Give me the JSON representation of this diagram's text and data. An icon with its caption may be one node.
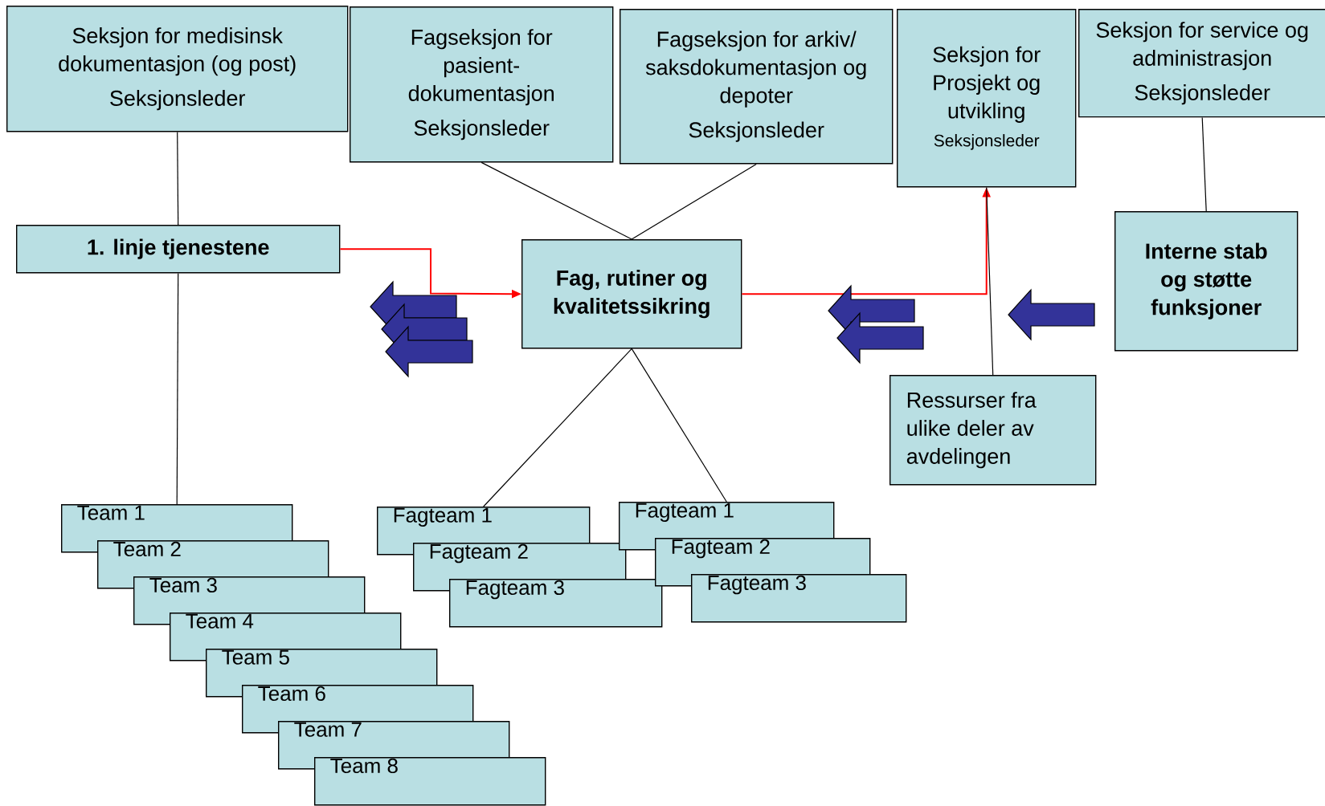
{
  "diagram": {
    "nodes": [
      {
        "text": [
          "Seksjon for medisinsk dokumentasjon (og post)",
          "Seksjonsleder"
        ]
      },
      {
        "text": [
          "Fagseksjon for pasient- dokumentasjon",
          "Seksjonsleder"
        ]
      },
      {
        "text": [
          "Fagseksjon for arkiv/ saksdokumentasjon og depoter",
          "Seksjonsleder"
        ]
      },
      {
        "text": [
          "Seksjon for Prosjekt og utvikling",
          "Seksjonsleder"
        ]
      },
      {
        "text": [
          "Seksjon for service og administrasjon",
          "Seksjonsleder"
        ]
      },
      {
        "text": [
          "1. linje tjenestene"
        ]
      },
      {
        "text": [
          "Fag, rutiner og kvalitetssikring"
        ]
      },
      {
        "text": [
          "Interne stab og støtte funksjoner"
        ]
      },
      {
        "text": [
          "Ressurser fra ulike deler av avdelingen"
        ]
      },
      {
        "text": [
          "Team 1"
        ]
      },
      {
        "text": [
          "Team 2"
        ]
      },
      {
        "text": [
          "Team 3"
        ]
      },
      {
        "text": [
          "Team 4"
        ]
      },
      {
        "text": [
          "Team 5"
        ]
      },
      {
        "text": [
          "Team 6"
        ]
      },
      {
        "text": [
          "Team 7"
        ]
      },
      {
        "text": [
          "Team 8"
        ]
      },
      {
        "text": [
          "Fagteam 1"
        ]
      },
      {
        "text": [
          "Fagteam 2"
        ]
      },
      {
        "text": [
          "Fagteam 3"
        ]
      },
      {
        "text": [
          "Fagteam 1"
        ]
      },
      {
        "text": [
          "Fagteam 2"
        ]
      },
      {
        "text": [
          "Fagteam 3"
        ]
      }
    ],
    "edges": [
      {
        "from": 0,
        "to": 5,
        "arrow": "none"
      },
      {
        "from": 5,
        "to": 9,
        "arrow": "none"
      },
      {
        "from": 1,
        "to": 6,
        "arrow": "none"
      },
      {
        "from": 2,
        "to": 6,
        "arrow": "none"
      },
      {
        "from": 5,
        "to": 6,
        "arrow": "to",
        "color": "#ff0000"
      },
      {
        "from": 6,
        "to": 3,
        "arrow": "to",
        "color": "#ff0000"
      },
      {
        "from": 8,
        "to": 3,
        "arrow": "none"
      },
      {
        "from": 4,
        "to": 7,
        "arrow": "none"
      },
      {
        "from": 6,
        "to": 17,
        "arrow": "none"
      },
      {
        "from": 6,
        "to": 20,
        "arrow": "none"
      }
    ]
  }
}
